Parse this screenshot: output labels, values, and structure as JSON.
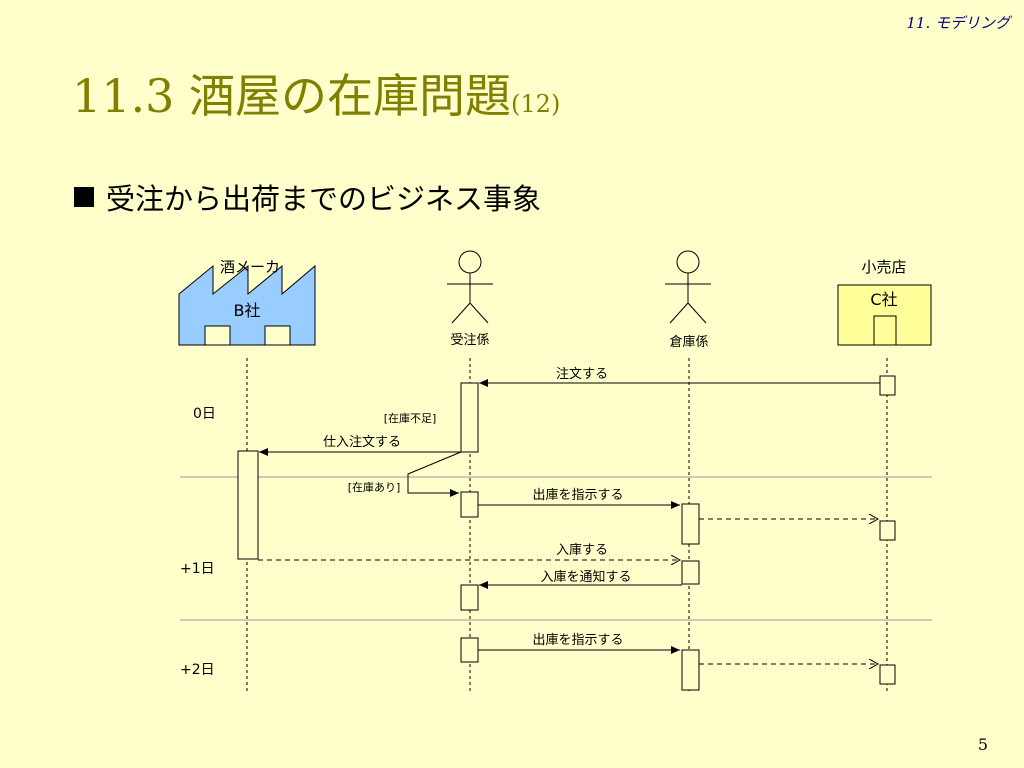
{
  "header": {
    "chapter": "11. モデリング"
  },
  "slide": {
    "title": "11.3 酒屋の在庫問題",
    "title_suffix": "(12)",
    "bullet": "受注から出荷までのビジネス事象",
    "page_number": "5"
  },
  "diagram": {
    "actors": {
      "maker_label": "酒メーカ",
      "maker_name": "B社",
      "order_clerk": "受注係",
      "warehouse_clerk": "倉庫係",
      "retailer_label": "小売店",
      "retailer_name": "C社"
    },
    "days": {
      "day0": "0日",
      "day1": "+1日",
      "day2": "+2日"
    },
    "guards": {
      "shortage": "[在庫不足]",
      "in_stock": "[在庫あり]"
    },
    "messages": {
      "order": "注文する",
      "purchase_order": "仕入注文する",
      "instruct_ship_1": "出庫を指示する",
      "receive": "入庫する",
      "notify_receive": "入庫を通知する",
      "instruct_ship_2": "出庫を指示する"
    }
  }
}
